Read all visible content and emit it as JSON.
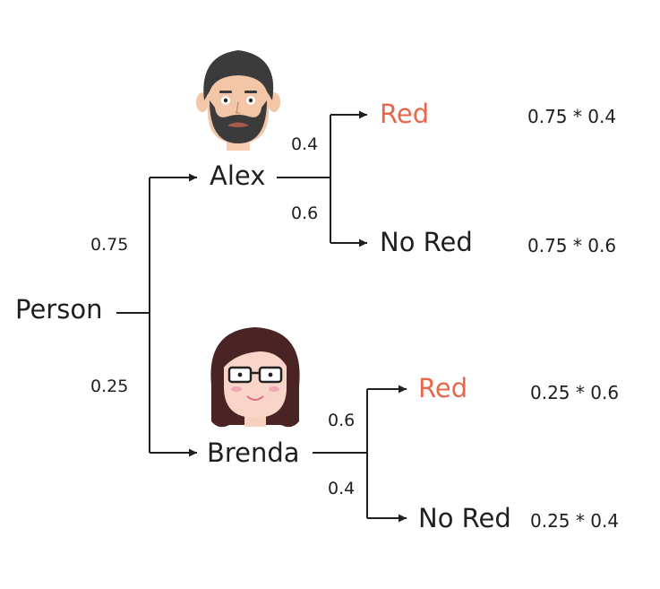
{
  "colors": {
    "line": "#1f1f1f",
    "text": "#1f1f1f",
    "red_outcome": "#e8674b"
  },
  "icons": {
    "alex": "bearded-man-avatar-icon",
    "brenda": "woman-with-glasses-avatar-icon"
  },
  "nodes": {
    "root": "Person",
    "alex": "Alex",
    "brenda": "Brenda",
    "alex_red": "Red",
    "alex_no_red": "No Red",
    "brenda_red": "Red",
    "brenda_no_red": "No Red"
  },
  "probabilities": {
    "alex": "0.75",
    "brenda": "0.25",
    "alex_red": "0.4",
    "alex_no_red": "0.6",
    "brenda_red": "0.6",
    "brenda_no_red": "0.4"
  },
  "products": {
    "alex_red": "0.75 * 0.4",
    "alex_no_red": "0.75 * 0.6",
    "brenda_red": "0.25 * 0.6",
    "brenda_no_red": "0.25 * 0.4"
  }
}
